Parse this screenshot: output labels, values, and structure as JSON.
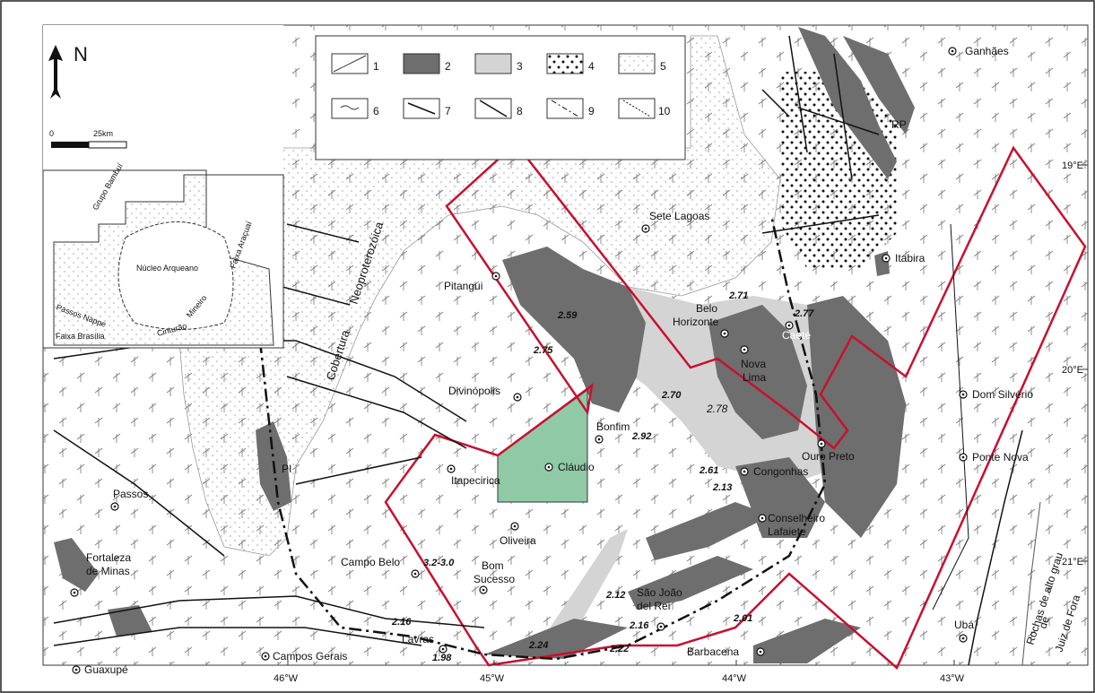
{
  "north_label": "N",
  "scale": {
    "zero": "0",
    "length": "25km"
  },
  "legend": {
    "items": [
      "1",
      "2",
      "3",
      "4",
      "5",
      "6",
      "7",
      "8",
      "9",
      "10"
    ]
  },
  "inset": {
    "labels": [
      "Grupo Bambuí",
      "Núcleo Arqueano",
      "Passos Nappe",
      "Faixa Brasília",
      "Cinturão",
      "Mineiro",
      "Faixa Araçuaí"
    ]
  },
  "longitudes": [
    "46°W",
    "45°W",
    "44°W",
    "43°W"
  ],
  "latitudes": [
    "19°E",
    "20°E",
    "21°E"
  ],
  "regional_labels": {
    "cobertura": "Cobertura",
    "neoproterozoica": "Neoproterozóica",
    "rp": "RP",
    "pi": "PI",
    "high_grade": "Rochas de alto grau",
    "de": "de",
    "juiz_de_fora": "Juiz de Fora"
  },
  "cities": {
    "ganhaes": "Ganhães",
    "sete_lagoas": "Sete Lagoas",
    "itabira": "Itabira",
    "pitangui": "Pitangui",
    "belo": "Belo",
    "horizonte": "Horizonte",
    "caete": "Caeté",
    "nova": "Nova",
    "lima": "Lima",
    "divinopolis": "Divinópolis",
    "bonfim": "Bonfim",
    "dom_silverio": "Dom Silvério",
    "ouro_preto": "Ouro Preto",
    "ponte_nova": "Ponte Nova",
    "claudio": "Cláudio",
    "itapecirica": "Itapecirica",
    "congonhas": "Congonhas",
    "passos": "Passos",
    "oliveira": "Oliveira",
    "conselheiro": "Conselheiro",
    "lafaiete": "Lafaiete",
    "fortaleza": "Fortaleza",
    "de_minas": "de Minas",
    "campo_belo": "Campo Belo",
    "bom": "Bom",
    "sucesso": "Sucesso",
    "sao_joao": "São João",
    "del_rei": "del Rei",
    "uba": "Ubá",
    "lavras": "Lavras",
    "campos_gerais": "Campos Gerais",
    "barbacena": "Barbacena",
    "guaxupe": "Guaxupé"
  },
  "ages": {
    "a271": "2.71",
    "a277": "2.77",
    "a259": "2.59",
    "a275": "2.75",
    "a270": "2.70",
    "a278": "2.78",
    "a292": "2.92",
    "a261": "2.61",
    "a213": "2.13",
    "a32": "3.2-3.0",
    "a212": "2.12",
    "a216a": "2.16",
    "a216b": "2.16",
    "a201": "2.01",
    "a224": "2.24",
    "a222": "2.22",
    "a198": "1.98"
  },
  "colors": {
    "greenstone": "#6e6e6e",
    "light_unit": "#cfcfcf",
    "study_area": "#c8102e",
    "claudio_area": "#8fc9a6"
  }
}
